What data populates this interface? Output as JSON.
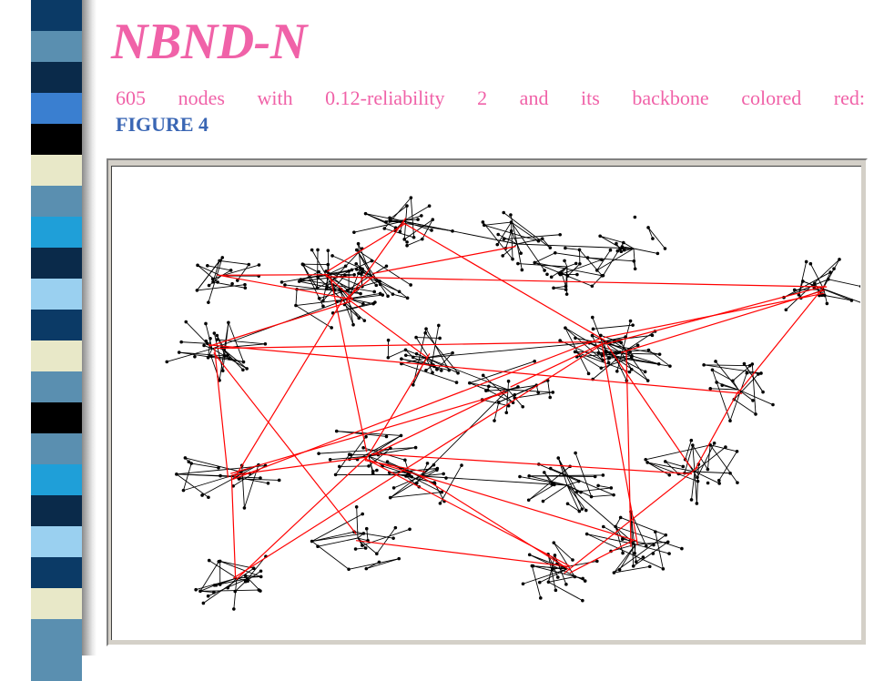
{
  "slide": {
    "title": "NBND-N",
    "caption": "605 nodes with 0.12-reliability 2 and its backbone colored red:",
    "figure_ref": "FIGURE 4"
  },
  "colors": {
    "title": "#f062a8",
    "caption": "#f062a8",
    "figure_ref": "#3a66b4",
    "backbone_edges": "#ff0000",
    "cluster_edges": "#000000",
    "side_bar": [
      "#0b3a66",
      "#5a8fb0",
      "#0a2a4a",
      "#3a7fd0",
      "#000000",
      "#e8e8c8",
      "#5a8fb0",
      "#1f9fd8",
      "#0b3a66",
      "#9ad0f0"
    ]
  },
  "figure": {
    "description_type": "network-graph",
    "node_count": 605
  }
}
